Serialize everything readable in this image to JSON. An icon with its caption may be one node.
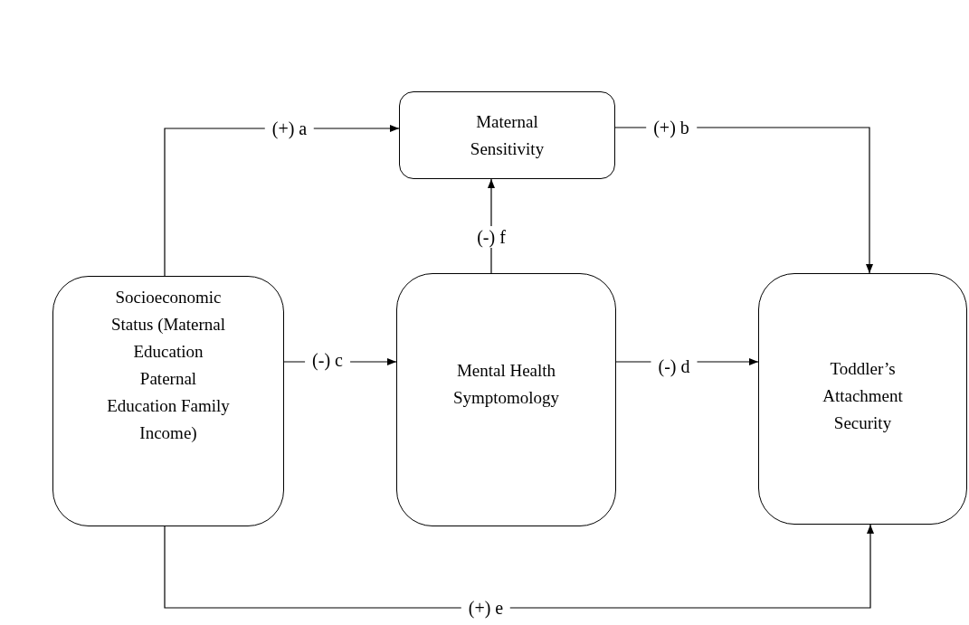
{
  "diagram": {
    "nodes": [
      {
        "text": [
          "Maternal Sensitivity"
        ]
      },
      {
        "text": [
          "Socioeconomic Status (Maternal Education Paternal Education Family Income)"
        ]
      },
      {
        "text": [
          "Mental Health Symptomology"
        ]
      },
      {
        "text": [
          "Toddler’s Attachment Security"
        ]
      }
    ],
    "edges": [
      {
        "from": 1,
        "to": 0,
        "arrow": "to",
        "label": "(+) a"
      },
      {
        "from": 0,
        "to": 3,
        "arrow": "to",
        "label": "(+) b"
      },
      {
        "from": 1,
        "to": 2,
        "arrow": "to",
        "label": "(-) c"
      },
      {
        "from": 2,
        "to": 3,
        "arrow": "to",
        "label": "(-) d"
      },
      {
        "from": 1,
        "to": 3,
        "arrow": "to",
        "label": "(+) e"
      },
      {
        "from": 2,
        "to": 0,
        "arrow": "to",
        "label": "(-) f"
      }
    ]
  }
}
